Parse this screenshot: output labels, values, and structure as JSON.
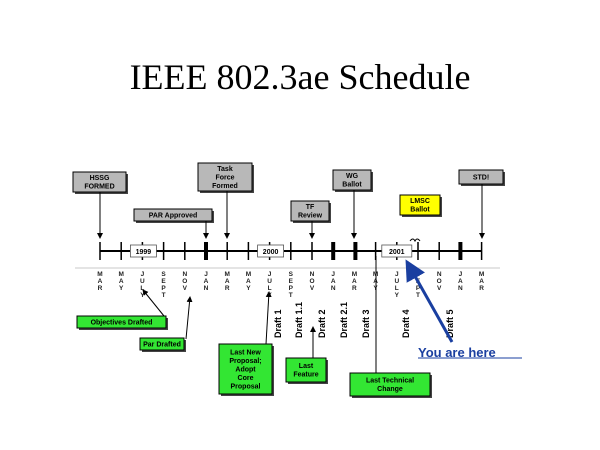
{
  "title": "IEEE 802.3ae Schedule",
  "year_labels": [
    "1999",
    "2000",
    "2001"
  ],
  "months": [
    [
      "M",
      "A",
      "R"
    ],
    [
      "M",
      "A",
      "Y"
    ],
    [
      "J",
      "U",
      "L",
      "Y"
    ],
    [
      "S",
      "E",
      "P",
      "T"
    ],
    [
      "N",
      "O",
      "V"
    ],
    [
      "J",
      "A",
      "N"
    ],
    [
      "M",
      "A",
      "R"
    ],
    [
      "M",
      "A",
      "Y"
    ],
    [
      "J",
      "U",
      "L",
      "Y"
    ],
    [
      "S",
      "E",
      "P",
      "T"
    ],
    [
      "N",
      "O",
      "V"
    ],
    [
      "J",
      "A",
      "N"
    ],
    [
      "M",
      "A",
      "R"
    ],
    [
      "M",
      "A",
      "Y"
    ],
    [
      "J",
      "U",
      "L",
      "Y"
    ],
    [
      "S",
      "E",
      "P",
      "T"
    ],
    [
      "N",
      "O",
      "V"
    ],
    [
      "J",
      "A",
      "N"
    ],
    [
      "M",
      "A",
      "R"
    ]
  ],
  "gray_boxes": [
    {
      "lines": [
        "HSSG",
        "FORMED"
      ]
    },
    {
      "lines": [
        "PAR Approved"
      ]
    },
    {
      "lines": [
        "Task",
        "Force",
        "Formed"
      ]
    },
    {
      "lines": [
        "TF",
        "Review"
      ]
    },
    {
      "lines": [
        "WG",
        "Ballot"
      ]
    },
    {
      "lines": [
        "STD!"
      ]
    }
  ],
  "yellow_box": {
    "lines": [
      "LMSC",
      "Ballot"
    ]
  },
  "green_boxes": [
    {
      "lines": [
        "Objectives Drafted"
      ]
    },
    {
      "lines": [
        "Par Drafted"
      ]
    },
    {
      "lines": [
        "Last New",
        "Proposal;",
        "Adopt",
        "Core",
        "Proposal"
      ]
    },
    {
      "lines": [
        "Last",
        "Feature"
      ]
    },
    {
      "lines": [
        "Last Technical",
        "Change"
      ]
    }
  ],
  "drafts": [
    "Draft 1",
    "Draft 1.1",
    "Draft 2",
    "Draft 2.1",
    "Draft 3",
    "Draft 4",
    "Draft 5"
  ],
  "annotation": "You are here",
  "colors": {
    "gray": "#b8b8b8",
    "yellow": "#ffff00",
    "green": "#33e633",
    "arrow": "#1a3fa0"
  }
}
